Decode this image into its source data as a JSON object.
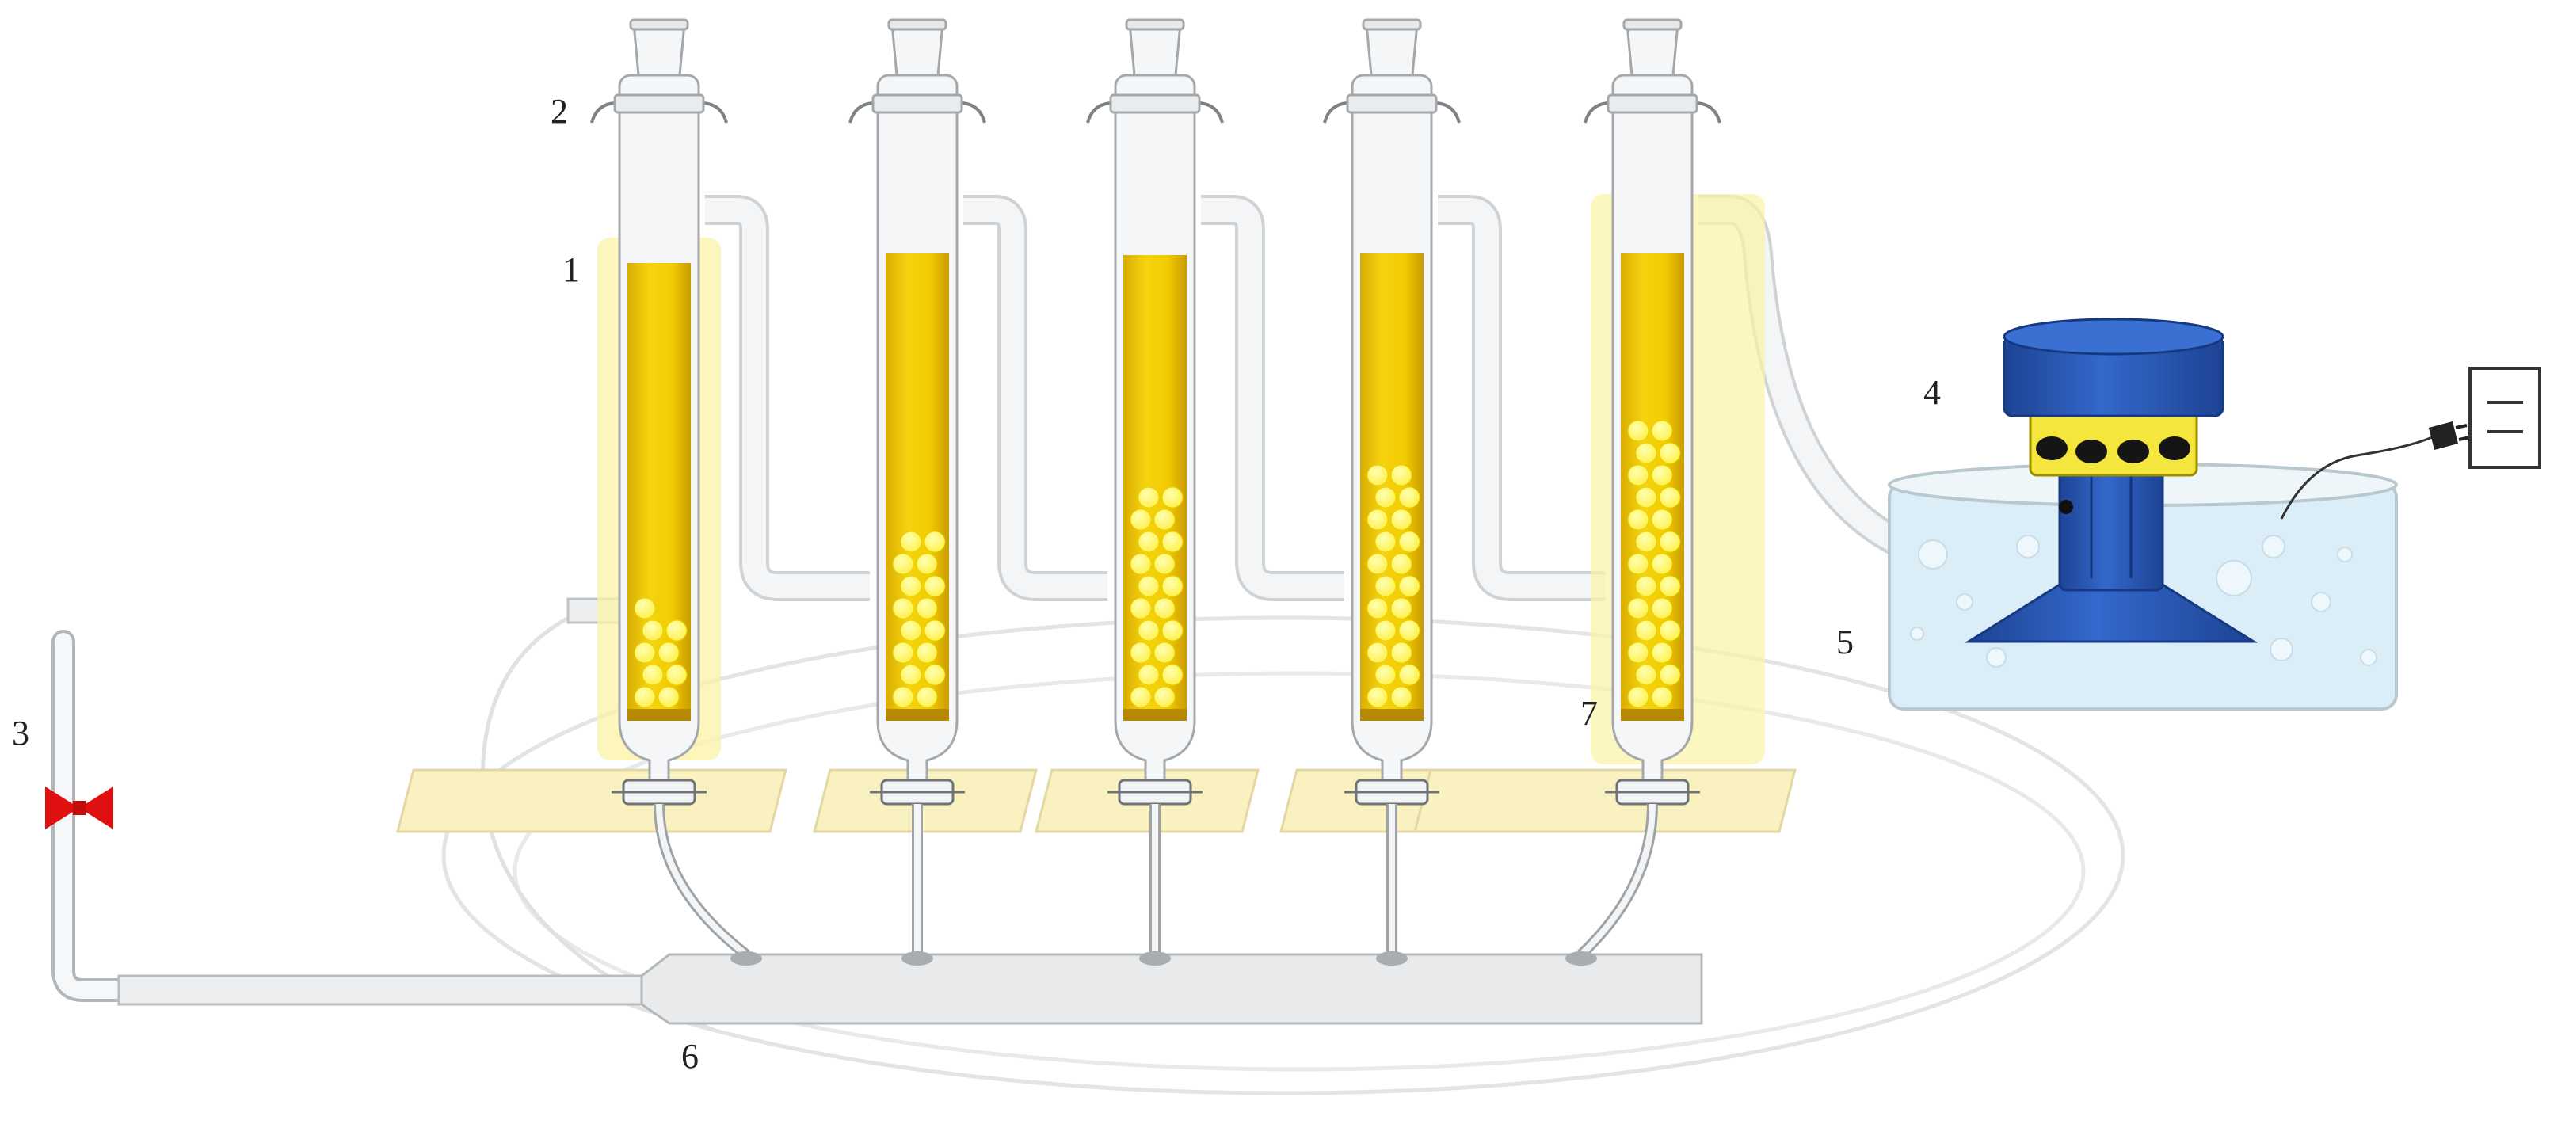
{
  "labels": {
    "column": "1",
    "column_top": "2",
    "valve": "3",
    "pump": "4",
    "water_bath": "5",
    "manifold": "6",
    "outlet": "7"
  },
  "colors": {
    "liquid": "#f2cc00",
    "liquid_dark": "#b58a00",
    "bead": "#fff25a",
    "glass": "#f4f6f7",
    "glass_edge": "#a4a8ab",
    "tray": "#faf1c0",
    "pump_blue": "#2a58b6",
    "pump_yellow": "#f4e63c",
    "bath_water": "#d8ecf6",
    "valve_red": "#e01010"
  },
  "diagram": {
    "columns": 5,
    "beads_per_column": [
      9,
      16,
      20,
      22,
      26
    ]
  }
}
